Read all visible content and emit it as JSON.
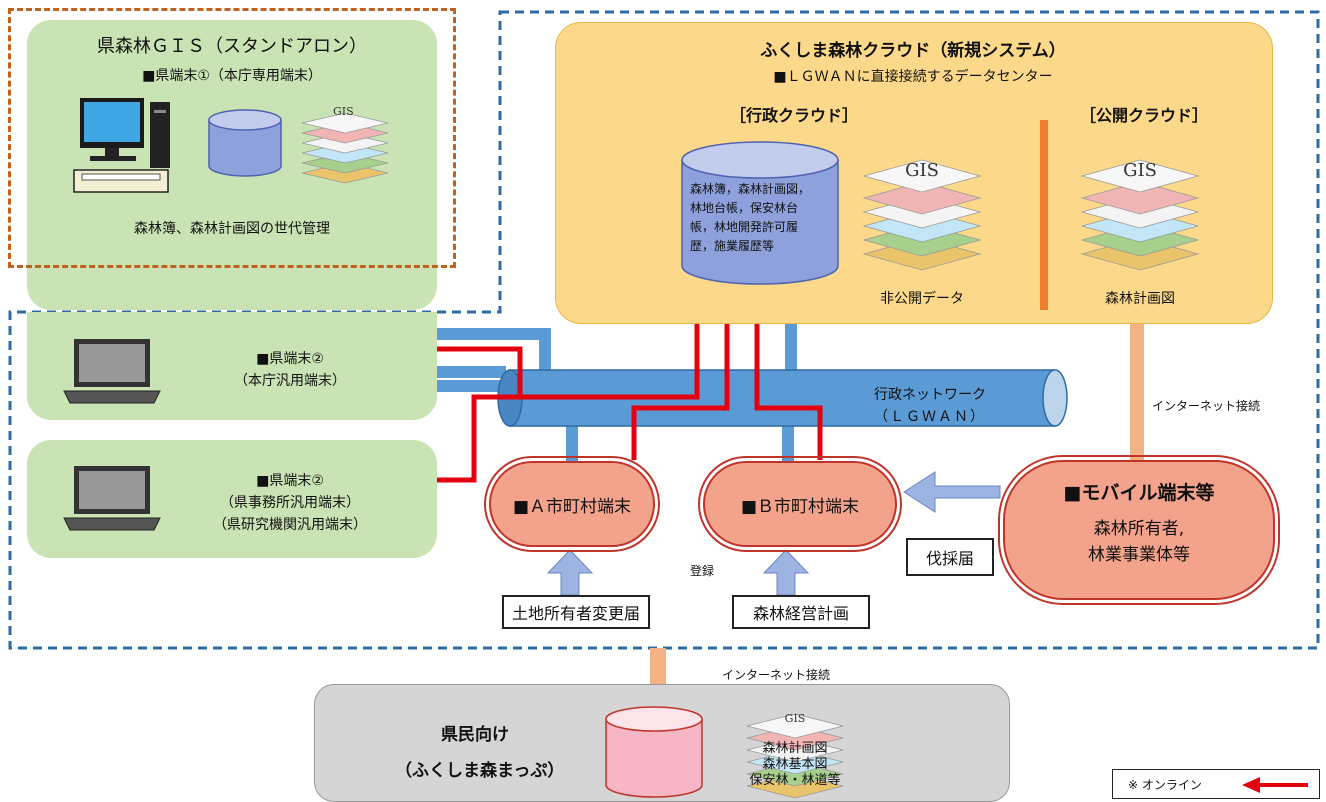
{
  "standalone": {
    "title": "県森林ＧＩＳ（スタンドアロン）",
    "terminal": "■県端末①（本庁専用端末）",
    "caption": "森林簿、森林計画図の世代管理"
  },
  "cloud": {
    "title": "ふくしま森林クラウド（新規システム）",
    "subtitle": "■ＬＧＷＡＮに直接接続するデータセンター",
    "admin_label": "［行政クラウド］",
    "public_label": "［公開クラウド］",
    "db_text": "森林簿，森林計画図，\n林地台帳，保安林台\n帳，林地開発許可履\n歴，施業履歴等",
    "private_data_label": "非公開データ",
    "forest_plan_label": "森林計画図"
  },
  "gis_label": "GIS",
  "terminals": {
    "general": {
      "line1": "■県端末②",
      "line2": "（本庁汎用端末）"
    },
    "office": {
      "line1": "■県端末②",
      "line2": "（県事務所汎用端末）",
      "line3": "（県研究機関汎用端末）"
    }
  },
  "network": {
    "line1": "行政ネットワーク",
    "line2": "（ＬＧＷＡＮ）"
  },
  "internet_label": "インターネット接続",
  "municipal": {
    "a": "■Ａ市町村端末",
    "b": "■Ｂ市町村端末"
  },
  "mobile": {
    "title": "■モバイル端末等",
    "line1": "森林所有者,",
    "line2": "林業事業体等"
  },
  "forms": {
    "land_owner": "土地所有者変更届",
    "management_plan": "森林経営計画",
    "felling": "伐採届",
    "register": "登録"
  },
  "public_site": {
    "line1": "県民向け",
    "line2": "（ふくしま森まっぷ）",
    "map1": "森林計画図",
    "map2": "森林基本図",
    "map3": "保安林・林道等"
  },
  "legend": {
    "label": "※ オンライン"
  },
  "colors": {
    "online_arrow": "#e3000f",
    "network_blue": "#5b9bd5",
    "dashed_blue": "#2e6aa4",
    "dashed_orange": "#c0611e"
  }
}
